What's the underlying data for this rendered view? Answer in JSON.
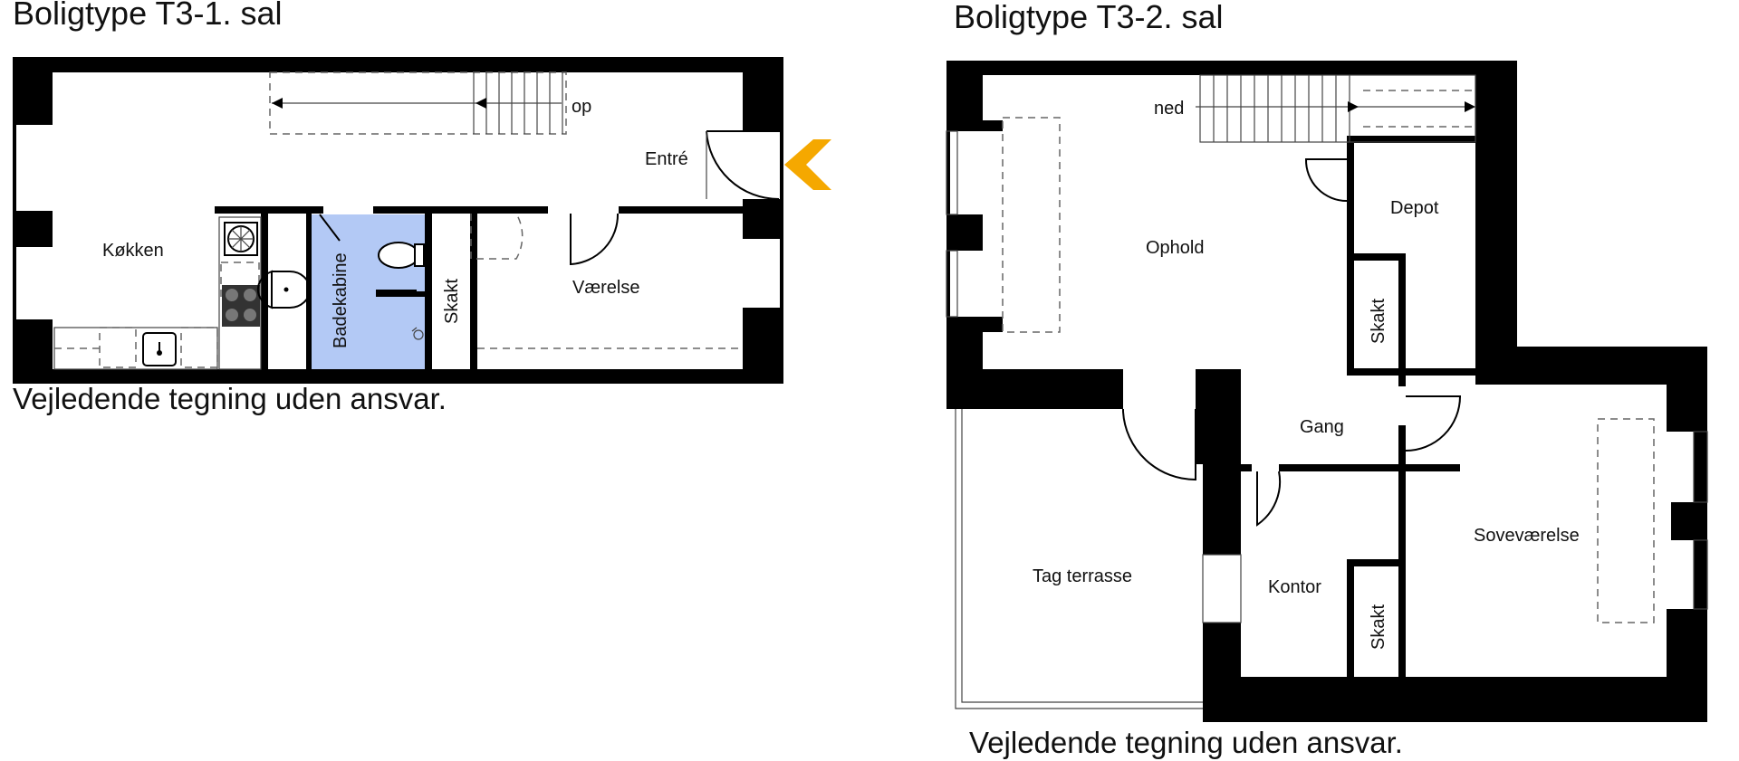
{
  "plans": [
    {
      "title": "Boligtype T3-1. sal",
      "note": "Vejledende tegning uden ansvar.",
      "rooms": {
        "kitchen": "Køkken",
        "entrance": "Entré",
        "bath": "Badekabine",
        "shaft": "Skakt",
        "bedroom": "Værelse"
      },
      "stair_label": "op"
    },
    {
      "title": "Boligtype T3-2. sal",
      "note": "Vejledende tegning uden ansvar.",
      "rooms": {
        "living": "Ophold",
        "storage": "Depot",
        "shaft1": "Skakt",
        "hall": "Gang",
        "terrace": "Tag terrasse",
        "office": "Kontor",
        "shaft2": "Skakt",
        "master_bedroom": "Soveværelse"
      },
      "stair_label": "ned"
    }
  ],
  "colors": {
    "wall": "#000000",
    "bath_fill": "#b3c9f5",
    "entry_arrow": "#f5a800"
  },
  "icons": {
    "entry": "entry-arrow-icon",
    "toilet": "toilet-icon",
    "sink": "sink-icon",
    "stove": "stove-icon",
    "fan": "fan-icon"
  }
}
